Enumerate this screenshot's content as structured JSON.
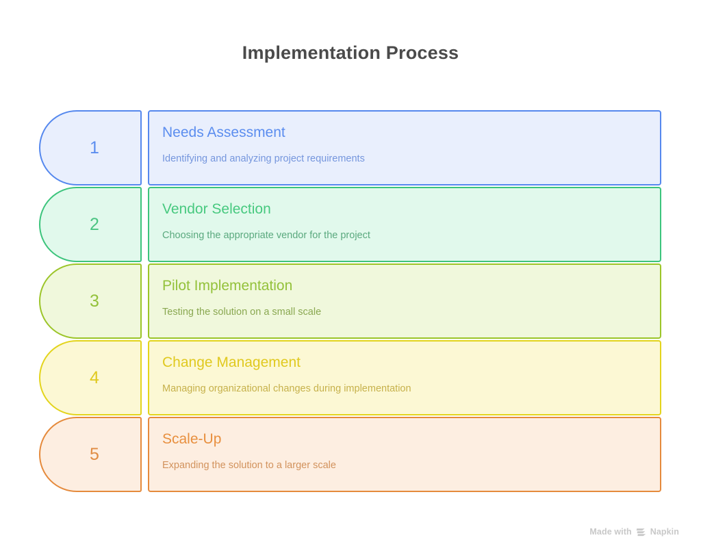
{
  "title": "Implementation Process",
  "steps": [
    {
      "number": "1",
      "heading": "Needs Assessment",
      "description": "Identifying and analyzing project requirements",
      "border_color": "#5588ee",
      "fill_color": "#e9effd",
      "heading_color": "#5b8def",
      "desc_color": "#7596dd",
      "number_color": "#5b8def"
    },
    {
      "number": "2",
      "heading": "Vendor Selection",
      "description": "Choosing the appropriate vendor for the project",
      "border_color": "#3cc47c",
      "fill_color": "#e1f9ec",
      "heading_color": "#47c97f",
      "desc_color": "#5aa97e",
      "number_color": "#4bc482"
    },
    {
      "number": "3",
      "heading": "Pilot Implementation",
      "description": "Testing the solution on a small scale",
      "border_color": "#9cc529",
      "fill_color": "#f0f8dc",
      "heading_color": "#93c13a",
      "desc_color": "#8aa851",
      "number_color": "#93c13a"
    },
    {
      "number": "4",
      "heading": "Change Management",
      "description": "Managing organizational changes during implementation",
      "border_color": "#e3d41c",
      "fill_color": "#fcf8d4",
      "heading_color": "#e0c91f",
      "desc_color": "#c6b14b",
      "number_color": "#e0c91f"
    },
    {
      "number": "5",
      "heading": "Scale-Up",
      "description": "Expanding the solution to a larger scale",
      "border_color": "#e58a3c",
      "fill_color": "#fdeee1",
      "heading_color": "#e88f3e",
      "desc_color": "#d2925c",
      "number_color": "#e08c43"
    }
  ],
  "brand": {
    "prefix": "Made with",
    "name": "Napkin",
    "logo_icon": "napkin-logo-icon",
    "color": "#c8c8c8"
  }
}
